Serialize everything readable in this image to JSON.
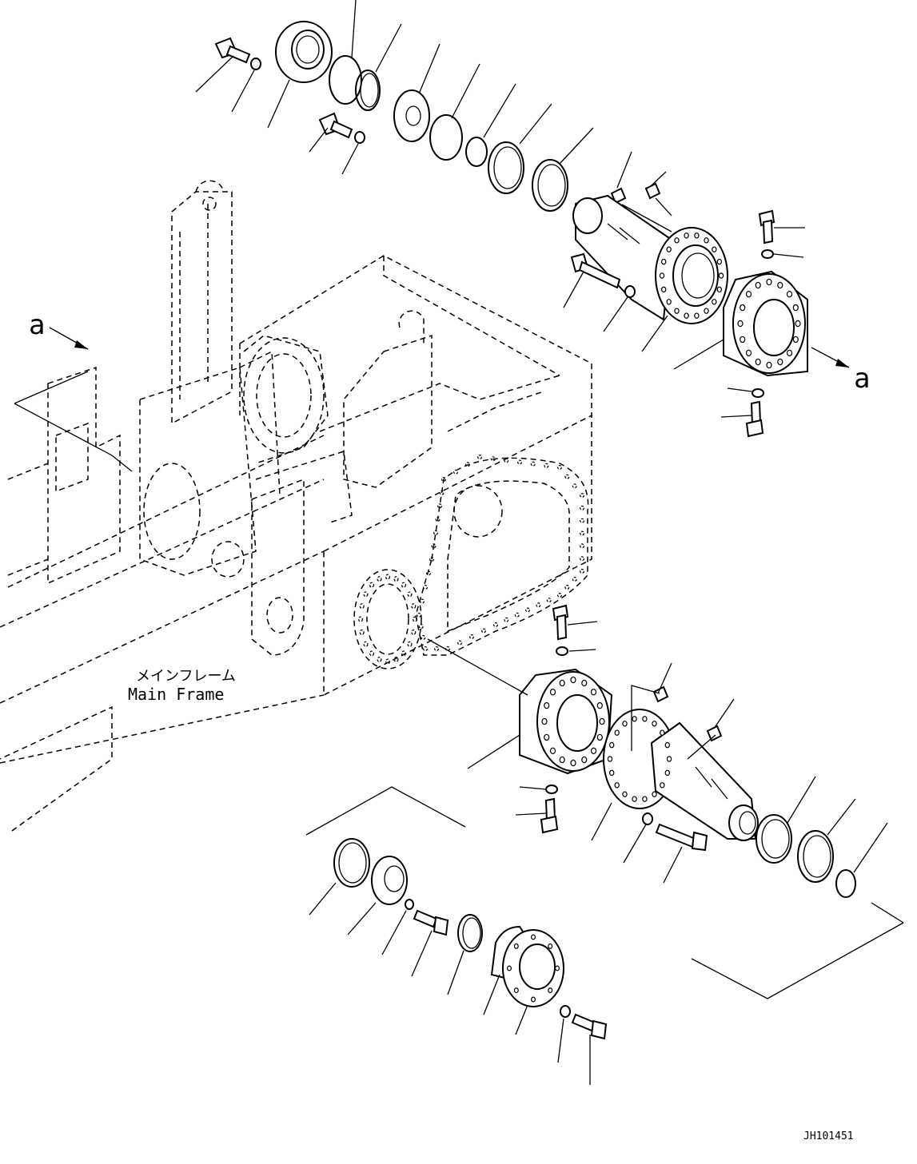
{
  "labels": {
    "frame_jp": "メインフレーム",
    "frame_en": "Main Frame",
    "view_a_left": "a",
    "view_a_right": "a",
    "drawing_no": "JH101451"
  }
}
